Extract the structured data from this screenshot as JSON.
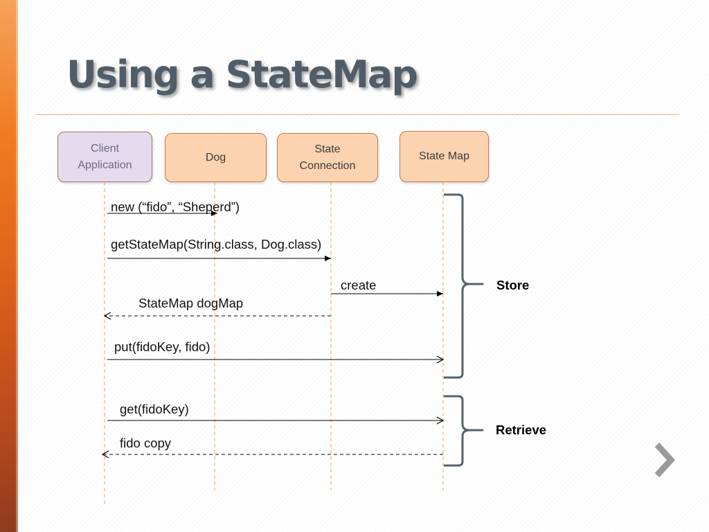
{
  "slide": {
    "title": "Using a StateMap"
  },
  "participants": [
    {
      "id": "client",
      "label": "Client\nApplication"
    },
    {
      "id": "dog",
      "label": "Dog"
    },
    {
      "id": "conn",
      "label": "State\nConnection"
    },
    {
      "id": "map",
      "label": "State Map"
    }
  ],
  "messages": [
    {
      "label": "new (“fido”, “Sheperd”)",
      "from": "client",
      "to": "dog",
      "style": "solid"
    },
    {
      "label": "getStateMap(String.class, Dog.class)",
      "from": "client",
      "to": "conn",
      "style": "solid"
    },
    {
      "label": "create",
      "from": "conn",
      "to": "map",
      "style": "solid"
    },
    {
      "label": "StateMap dogMap",
      "from": "conn",
      "to": "client",
      "style": "dashed"
    },
    {
      "label": "put(fidoKey, fido)",
      "from": "client",
      "to": "map",
      "style": "solid"
    },
    {
      "label": "get(fidoKey)",
      "from": "client",
      "to": "map",
      "style": "solid"
    },
    {
      "label": "fido copy",
      "from": "map",
      "to": "client",
      "style": "dashed"
    }
  ],
  "groups": [
    {
      "label": "Store"
    },
    {
      "label": "Retrieve"
    }
  ],
  "colors": {
    "accent": "#f07c22",
    "title": "#505d68",
    "lifeline": "#f0a060",
    "brace": "#56606e",
    "participant_fill": "#fcd3b0",
    "client_fill": "#e4dcee"
  },
  "icons": {
    "next": "chevron-right-icon"
  }
}
